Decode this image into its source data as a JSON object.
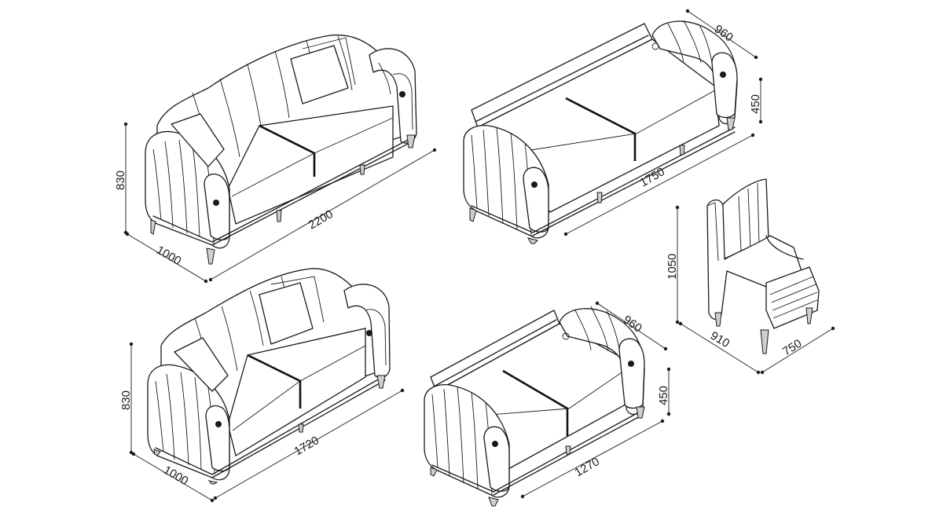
{
  "dimensions": {
    "sofa3_height": "830",
    "sofa3_depth": "1000",
    "sofa3_width": "2200",
    "bed_depth": "960",
    "bed_height": "450",
    "bed_width": "1750",
    "chair_height": "1050",
    "chair_depth": "910",
    "chair_width": "750",
    "sofa2_height": "830",
    "sofa2_depth": "1000",
    "sofa2_width": "1720",
    "bed2_depth": "960",
    "bed2_height": "450",
    "bed2_width": "1270"
  },
  "colors": {
    "line": "#1a1a1a",
    "background": "#ffffff",
    "leg": "#cfcfcf"
  }
}
